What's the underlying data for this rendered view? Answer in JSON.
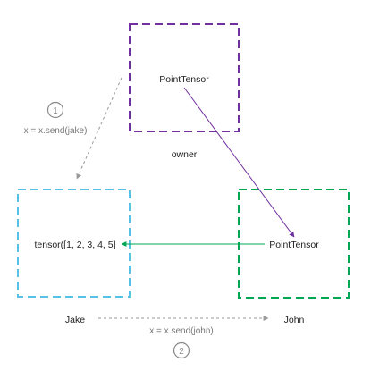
{
  "nodes": {
    "owner": {
      "label": "owner",
      "content": "PointTensor",
      "color": "#7030A0"
    },
    "jake": {
      "label": "Jake",
      "content": "tensor([1, 2, 3, 4, 5]",
      "color": "#56C1E6"
    },
    "john": {
      "label": "John",
      "content": "PointTensor",
      "color": "#00A651"
    }
  },
  "steps": [
    {
      "number": "1",
      "text": "x = x.send(jake)"
    },
    {
      "number": "2",
      "text": "x = x.send(john)"
    }
  ],
  "colors": {
    "pointer_owner_to_john": "#7030A0",
    "pointer_john_to_jake": "#00A651",
    "send_arrow": "#999999"
  }
}
